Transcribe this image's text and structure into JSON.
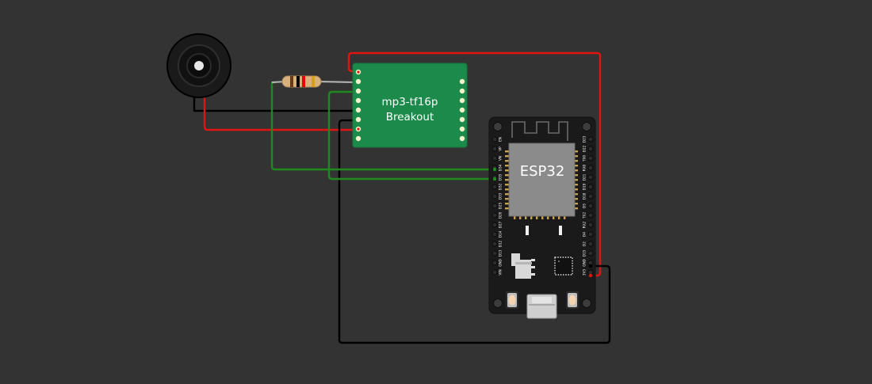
{
  "canvas": {
    "background": "#333333"
  },
  "mp3_module": {
    "title_line1": "mp3-tf16p",
    "title_line2": "Breakout",
    "board_color": "#1b8a4a"
  },
  "esp32": {
    "chip_label": "ESP32",
    "board_color": "#1a1a1a",
    "left_pins": [
      "EN",
      "VP",
      "VN",
      "D34",
      "D35",
      "D32",
      "D33",
      "D25",
      "D26",
      "D27",
      "D14",
      "D12",
      "D13",
      "GND",
      "VIN"
    ],
    "right_pins": [
      "D23",
      "D22",
      "TX0",
      "RX0",
      "D21",
      "D19",
      "D18",
      "D5",
      "TX2",
      "RX2",
      "D4",
      "D2",
      "D15",
      "GND",
      "3V3"
    ]
  },
  "wire_colors": {
    "power": "#e11414",
    "ground": "#000000",
    "signal": "#1e8a1e"
  },
  "resistor": {
    "bands": [
      "#c8a06a",
      "#000000",
      "#e60000",
      "#d4a017"
    ]
  },
  "speaker": {
    "icon": "speaker-icon"
  }
}
